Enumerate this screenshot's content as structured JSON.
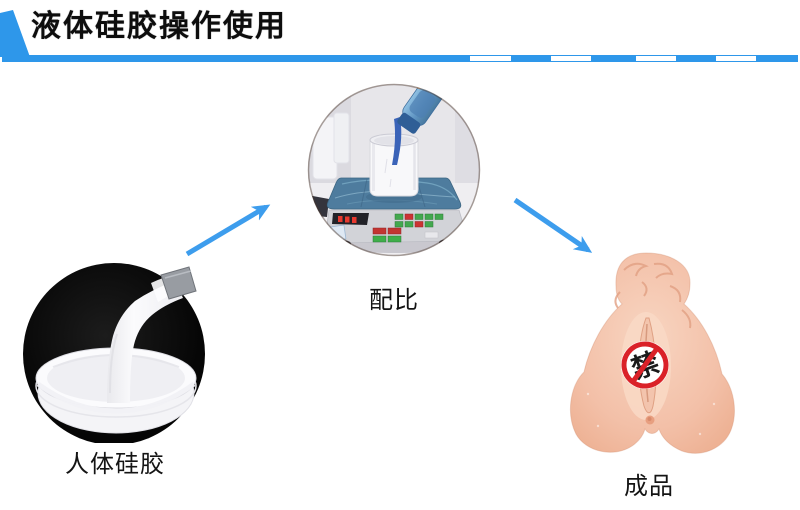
{
  "header": {
    "title": "液体硅胶操作使用"
  },
  "colors": {
    "accent_blue": "#2e97ea",
    "arrow_blue": "#3d9ded",
    "ban_red": "#da2128",
    "flesh": "#f2bda6",
    "silicone_white": "#f6f6f8",
    "scale_platform_blue": "#4e7c9e"
  },
  "flow": {
    "steps": [
      {
        "id": "raw-material",
        "label": "人体硅胶"
      },
      {
        "id": "mixing-ratio",
        "label": "配比"
      },
      {
        "id": "finished-product",
        "label": "成品"
      }
    ],
    "ban_badge_text": "禁"
  }
}
